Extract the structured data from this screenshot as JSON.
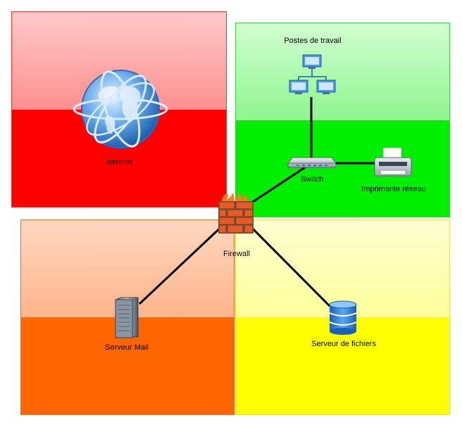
{
  "zones": {
    "internet": {
      "color": "#ff0000"
    },
    "lan": {
      "color": "#00ee00"
    },
    "mail": {
      "color": "#ff6600"
    },
    "files": {
      "color": "#ffff00"
    }
  },
  "nodes": {
    "internet": {
      "label": "Internet",
      "icon": "globe-icon"
    },
    "workstations": {
      "label": "Postes de travail",
      "icon": "workstations-icon"
    },
    "switch": {
      "label": "Switch",
      "icon": "switch-icon"
    },
    "printer": {
      "label": "Imprimante réseau",
      "icon": "printer-icon"
    },
    "firewall": {
      "label": "Firewall",
      "icon": "firewall-icon"
    },
    "mail_server": {
      "label": "Serveur Mail",
      "icon": "server-tower-icon"
    },
    "file_server": {
      "label": "Serveur de fichiers",
      "icon": "database-icon"
    }
  },
  "links": [
    {
      "from": "firewall",
      "to": "switch"
    },
    {
      "from": "switch",
      "to": "workstations"
    },
    {
      "from": "switch",
      "to": "printer"
    },
    {
      "from": "firewall",
      "to": "mail_server"
    },
    {
      "from": "firewall",
      "to": "file_server"
    }
  ]
}
